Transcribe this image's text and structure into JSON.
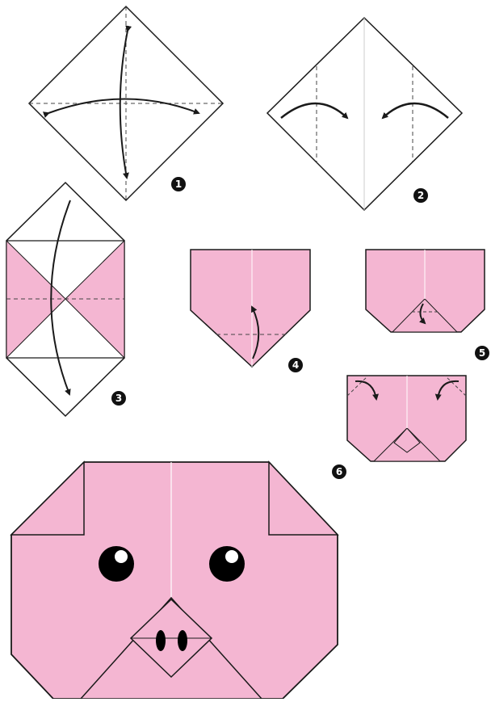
{
  "diagram": {
    "steps": [
      {
        "id": "1",
        "label": "1"
      },
      {
        "id": "2",
        "label": "2"
      },
      {
        "id": "3",
        "label": "3"
      },
      {
        "id": "4",
        "label": "4"
      },
      {
        "id": "5",
        "label": "5"
      },
      {
        "id": "6",
        "label": "6"
      }
    ],
    "colors": {
      "paper_white": "#ffffff",
      "paper_pink": "#f4b6d2",
      "outline": "#1a1a1a",
      "crease": "#444444",
      "arrow": "#1a1a1a",
      "eye": "#000000",
      "highlight": "#ffffff"
    }
  }
}
